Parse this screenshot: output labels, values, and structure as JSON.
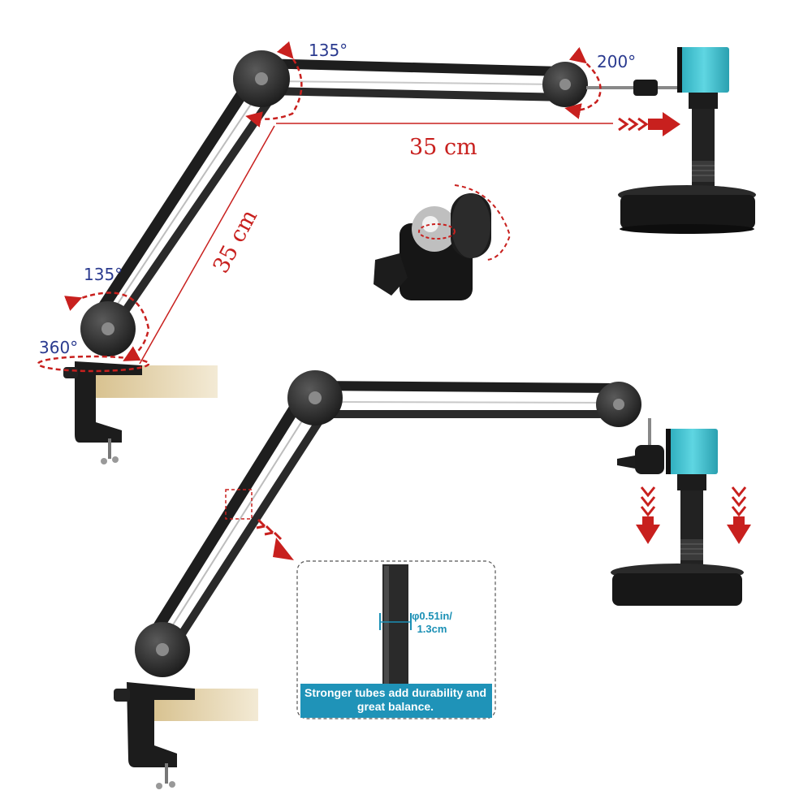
{
  "angles": {
    "top_elbow": "135°",
    "camera_joint": "200°",
    "base_joint": "135°",
    "base_rotation": "360°"
  },
  "dimensions": {
    "horizontal": "35 cm",
    "vertical": "35 cm"
  },
  "inset": {
    "tube_size": "φ0.51in/ 1.3cm",
    "caption": "Stronger tubes add durability and great balance."
  },
  "colors": {
    "annotation_red": "#c8201e",
    "angle_blue": "#2a3a8f",
    "inset_teal": "#1b90b5",
    "camera_teal": "#3bc0d0"
  }
}
